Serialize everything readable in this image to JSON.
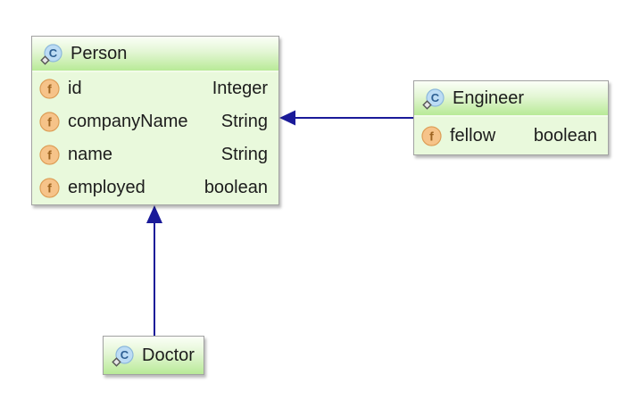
{
  "diagram": {
    "type": "uml-class-diagram",
    "classes": {
      "person": {
        "title": "Person",
        "fields": [
          {
            "name": "id",
            "type": "Integer"
          },
          {
            "name": "companyName",
            "type": "String"
          },
          {
            "name": "name",
            "type": "String"
          },
          {
            "name": "employed",
            "type": "boolean"
          }
        ]
      },
      "engineer": {
        "title": "Engineer",
        "fields": [
          {
            "name": "fellow",
            "type": "boolean"
          }
        ]
      },
      "doctor": {
        "title": "Doctor",
        "fields": []
      }
    },
    "relations": [
      {
        "from": "Engineer",
        "to": "Person",
        "kind": "generalization-arrow"
      },
      {
        "from": "Doctor",
        "to": "Person",
        "kind": "generalization-arrow"
      }
    ]
  },
  "icons": {
    "class_letter": "C",
    "field_letter": "f"
  },
  "colors": {
    "edge": "#1a1a99",
    "box_border": "#a2a2a2",
    "header_gradient_top": "#fbfff7",
    "header_gradient_bottom": "#b8ea97",
    "body_background": "#e9f9dc",
    "class_icon_fill": "#bcdcf4",
    "class_icon_stroke": "#8cb8dc",
    "class_icon_letter": "#2e6093",
    "field_icon_fill": "#f6c389",
    "field_icon_stroke": "#dd9e57",
    "field_icon_letter": "#9c6320",
    "text": "#1c1c1c"
  }
}
